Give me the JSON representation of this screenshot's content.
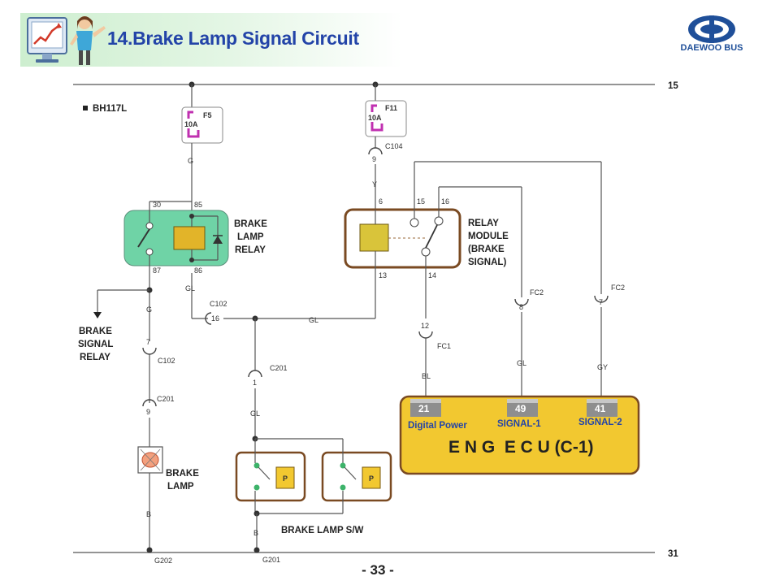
{
  "header": {
    "title": "14.Brake Lamp Signal Circuit",
    "logo_text": "DAEWOO BUS",
    "page_number": "- 33 -"
  },
  "colors": {
    "title": "#2344a8",
    "relay_fill": "#6fd3a6",
    "module_border": "#7a4a22",
    "ecu_fill": "#f2c830",
    "fuse_magenta": "#c030b0",
    "signal_text": "#2344a8"
  },
  "bus": {
    "top": "15",
    "bottom": "31"
  },
  "model": "BH117L",
  "fuses": {
    "f5": {
      "name": "F5",
      "rating": "10A"
    },
    "f11": {
      "name": "F11",
      "rating": "10A"
    }
  },
  "brake_lamp_relay": {
    "label": [
      "BRAKE",
      "LAMP",
      "RELAY"
    ],
    "pins": {
      "p30": "30",
      "p85": "85",
      "p87": "87",
      "p86": "86"
    }
  },
  "relay_module": {
    "label": [
      "RELAY",
      "MODULE",
      "(BRAKE",
      "SIGNAL)"
    ],
    "pins": {
      "p6": "6",
      "p15": "15",
      "p16": "16",
      "p13": "13",
      "p14": "14"
    }
  },
  "brake_signal_relay": {
    "label": [
      "BRAKE",
      "SIGNAL",
      "RELAY"
    ]
  },
  "brake_lamp": {
    "label": [
      "BRAKE",
      "LAMP"
    ]
  },
  "brake_lamp_sw": {
    "label": "BRAKE LAMP S/W",
    "p_label": "P"
  },
  "connectors": {
    "c104": "C104",
    "c104_pin": "9",
    "c102": "C102",
    "c102_pin": "16",
    "c102_pin_b": "7",
    "c201": "C201",
    "c201_pin": "1",
    "c201_pin_b": "9",
    "fc1": "FC1",
    "fc1_pin": "12",
    "fc2": "FC2",
    "fc2_pin_a": "8",
    "fc2_pin_b": "7"
  },
  "wires": {
    "g": "G",
    "y": "Y",
    "gl": "GL",
    "bl": "BL",
    "gy": "GY",
    "b": "B"
  },
  "grounds": {
    "g202": "G202",
    "g201": "G201"
  },
  "ecu": {
    "title": "E N G  E C U (C-1)",
    "pins": [
      {
        "num": "21",
        "label": "Digital Power"
      },
      {
        "num": "49",
        "label": "SIGNAL-1"
      },
      {
        "num": "41",
        "label": "SIGNAL-2"
      }
    ]
  }
}
